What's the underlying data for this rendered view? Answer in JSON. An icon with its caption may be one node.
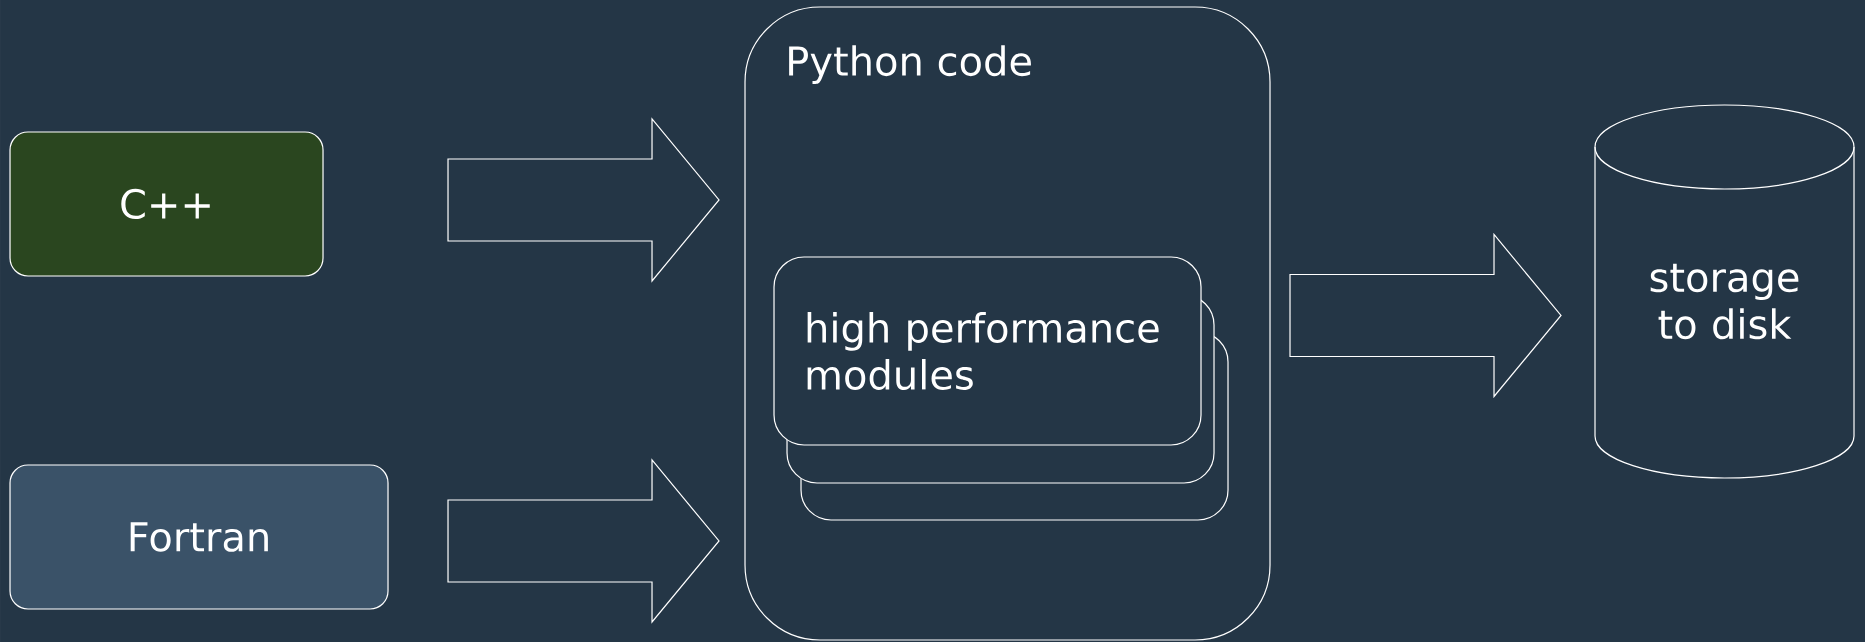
{
  "diagram": {
    "nodes": [
      {
        "text": [
          "C++"
        ]
      },
      {
        "text": [
          "Fortran"
        ]
      },
      {
        "text": [
          "Python code"
        ]
      },
      {
        "text": [
          "high performance modules"
        ],
        "in": 2
      },
      {
        "text": [
          "storage to disk"
        ]
      }
    ],
    "edges": [
      {
        "from": 0,
        "to": 2,
        "arrow": "to"
      },
      {
        "from": 1,
        "to": 2,
        "arrow": "to"
      },
      {
        "from": 2,
        "to": 4,
        "arrow": "to"
      }
    ]
  }
}
